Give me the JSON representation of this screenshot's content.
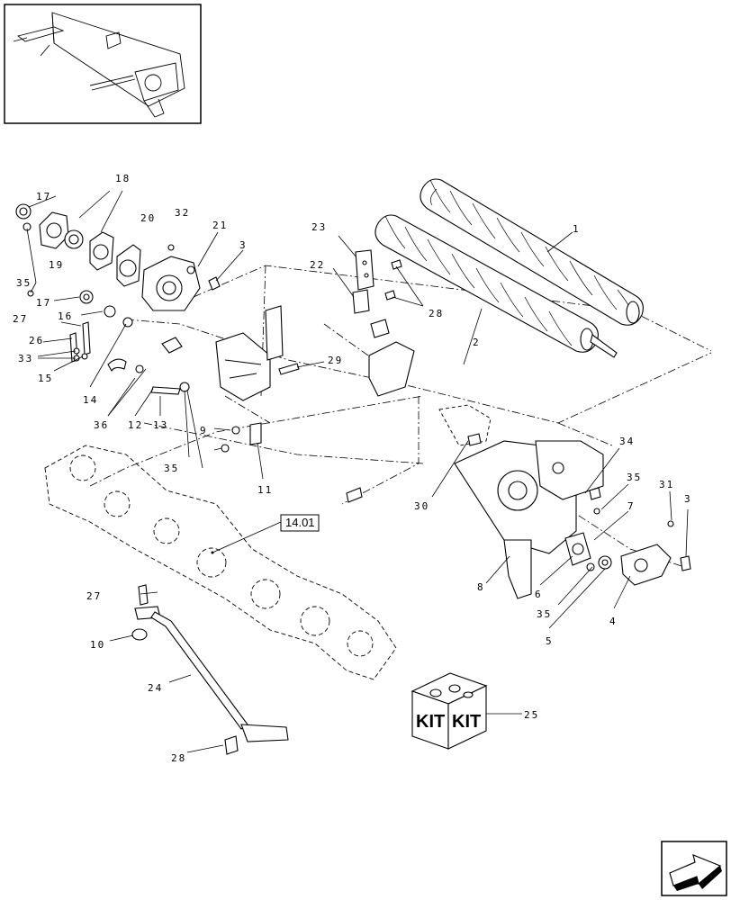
{
  "callouts": {
    "c1": "1",
    "c2": "2",
    "c3a": "3",
    "c3b": "3",
    "c4": "4",
    "c5": "5",
    "c6": "6",
    "c7": "7",
    "c8": "8",
    "c9": "9",
    "c10": "10",
    "c11": "11",
    "c12": "12",
    "c13": "13",
    "c14": "14",
    "c15": "15",
    "c16": "16",
    "c17a": "17",
    "c17b": "17",
    "c18": "18",
    "c19": "19",
    "c20": "20",
    "c21": "21",
    "c22": "22",
    "c23": "23",
    "c24": "24",
    "c25": "25",
    "c26": "26",
    "c27a": "27",
    "c27b": "27",
    "c28a": "28",
    "c28b": "28",
    "c29": "29",
    "c30": "30",
    "c31": "31",
    "c32": "32",
    "c33": "33",
    "c34": "34",
    "c35a": "35",
    "c35b": "35",
    "c35c": "35",
    "c35d": "35",
    "c36": "36"
  },
  "reference_box": "14.01",
  "kit_labels": {
    "left": "KIT",
    "right": "KIT"
  },
  "icons": {
    "overview": "overview-thumbnail-icon",
    "next": "next-page-arrow-icon"
  }
}
